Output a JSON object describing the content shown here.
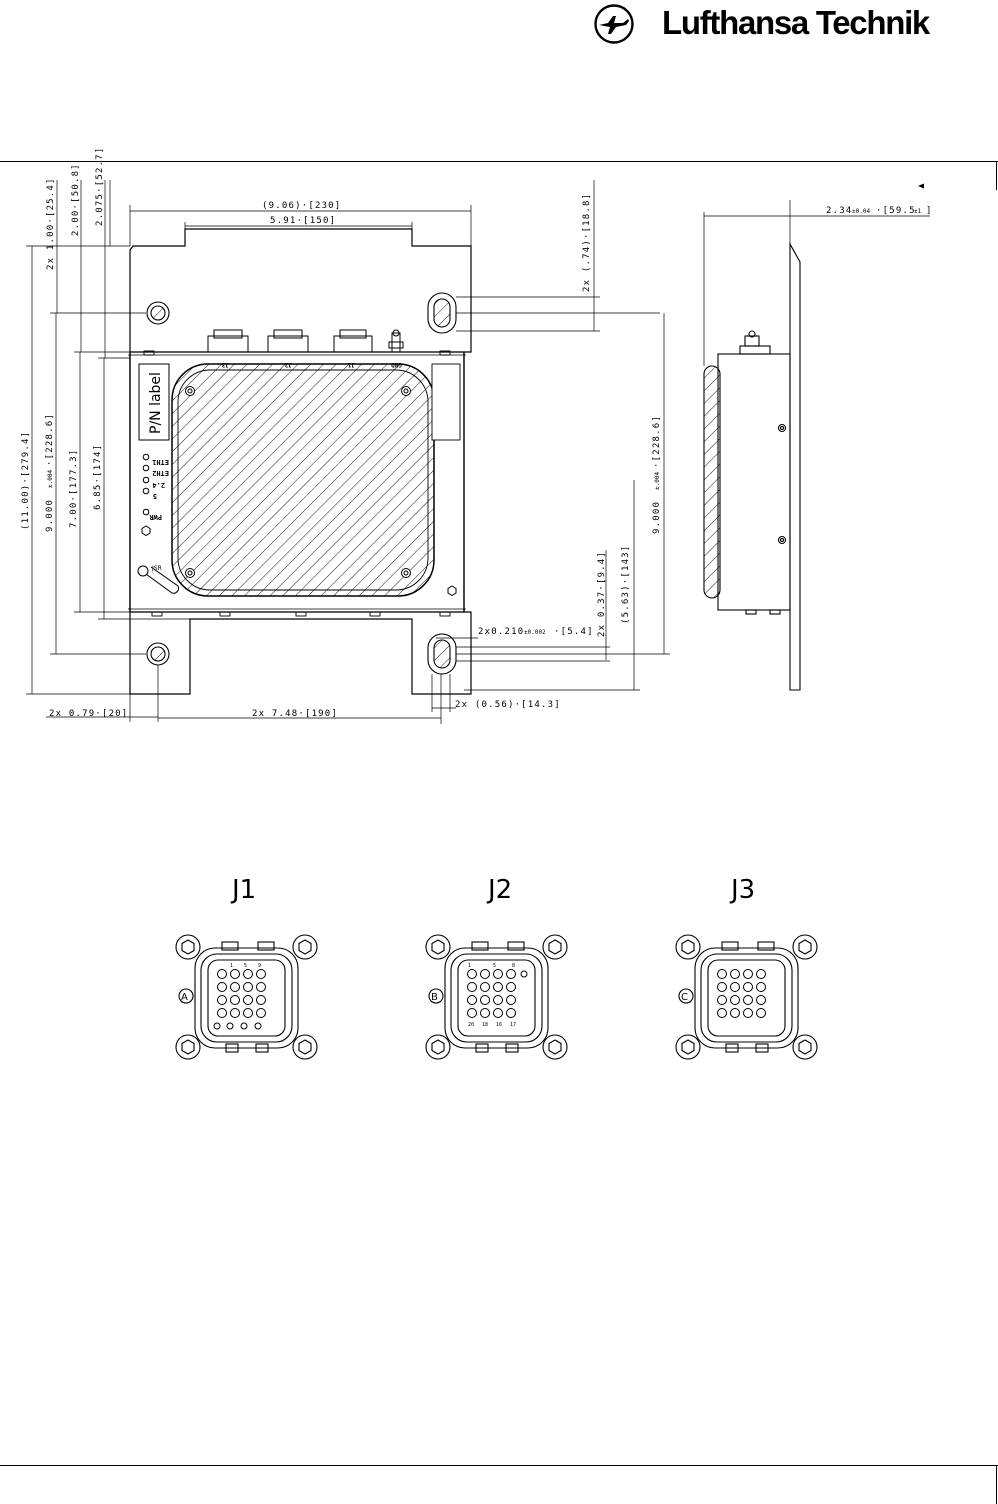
{
  "header": {
    "brand": "Lufthansa Technik"
  },
  "front_view": {
    "pn_label": "P/N label",
    "connector_tags": [
      "J3",
      "J2",
      "J1",
      "GND"
    ],
    "leds": [
      "ETH1",
      "ETH2",
      "2.4",
      "5",
      "PWR"
    ],
    "jsr_tag": "JSR"
  },
  "dimensions": {
    "top_overall": "(9.06)·[230]",
    "top_inner": "5.91·[150]",
    "left_v1": "2x 1.00·[25.4]",
    "left_v2": "2.00·[50.8]",
    "left_v3": "2.075·[52.7]",
    "left_h1": "(11.00)·[279.4]",
    "left_h2_main": "9.000",
    "left_h2_tol": "±.004",
    "left_h2_mm": "·[228.6]",
    "left_h3": "7.00·[177.3]",
    "left_h4": "6.85·[174]",
    "right_slot": "2x (.74)·[18.8]",
    "right_h_main": "9.000",
    "right_h_tol": "±.004",
    "right_h_mm": "·[228.6]",
    "right_b1": "2x 0.37·[9.4]",
    "right_b2": "(5.63)·[143]",
    "slot_width_main": "2x0.210",
    "slot_width_tol": "±0.002",
    "slot_width_mm": "·[5.4]",
    "slot_len": "2x (0.56)·[14.3]",
    "bottom_left": "2x 0.79·[20]",
    "bottom_center": "2x 7.48·[190]",
    "side_main": "2.34",
    "side_tol": "±0.04",
    "side_mm": "·[59.5",
    "side_tol2": "±1",
    "side_close": "]"
  },
  "connectors": [
    {
      "label": "J1",
      "key": "A",
      "pins": [
        "1",
        "5",
        "9"
      ]
    },
    {
      "label": "J2",
      "key": "B",
      "pins": [
        "1",
        "5",
        "8",
        "20",
        "18",
        "16",
        "17"
      ]
    },
    {
      "label": "J3",
      "key": "C",
      "pins": []
    }
  ],
  "colors": {
    "line": "#000000",
    "background": "#ffffff"
  }
}
